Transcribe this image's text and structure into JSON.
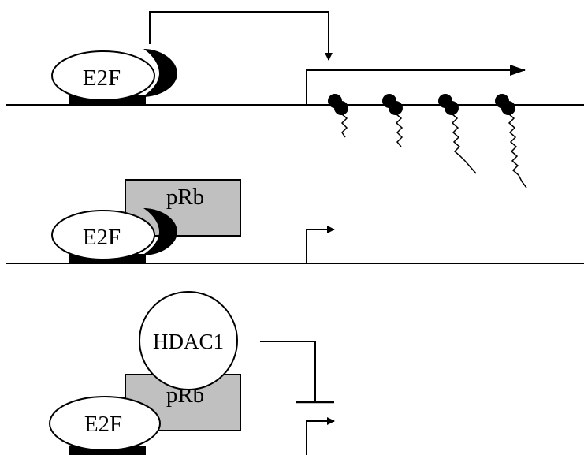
{
  "panels": {
    "top": {
      "e2f_label": "E2F"
    },
    "middle": {
      "e2f_label": "E2F",
      "prb_label": "pRb"
    },
    "bottom": {
      "e2f_label": "E2F",
      "prb_label": "pRb",
      "hdac_label": "HDAC1"
    }
  },
  "colors": {
    "line": "#000000",
    "oval_fill": "#ffffff",
    "prb_fill": "#c0c0c0",
    "dark_part": "#000000"
  }
}
